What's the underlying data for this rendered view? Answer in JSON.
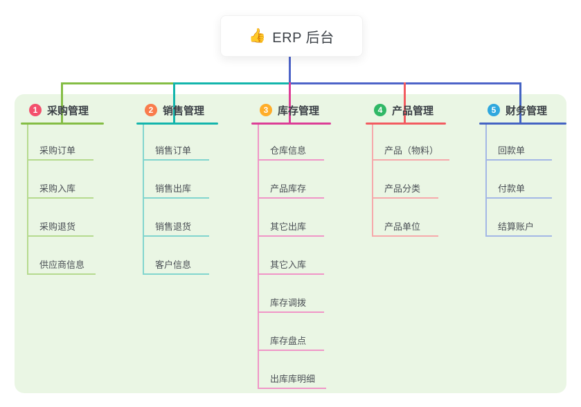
{
  "root": {
    "icon": "👍",
    "title": "ERP 后台"
  },
  "colors": {
    "page_bg": "#ffffff",
    "panel_bg": "#EAF6E4",
    "root_connector": "#4D63C8",
    "root_text": "#3B4046",
    "child_text": "#4A4F55"
  },
  "branches": [
    {
      "badge": "1",
      "label": "采购管理",
      "badge_color": "#F3506C",
      "accent_color": "#84BD44",
      "child_line_color": "#B5DA8E",
      "children": [
        "采购订单",
        "采购入库",
        "采购退货",
        "供应商信息"
      ]
    },
    {
      "badge": "2",
      "label": "销售管理",
      "badge_color": "#F97C4C",
      "accent_color": "#13B5AC",
      "child_line_color": "#81D5CE",
      "children": [
        "销售订单",
        "销售出库",
        "销售退货",
        "客户信息"
      ]
    },
    {
      "badge": "3",
      "label": "库存管理",
      "badge_color": "#FFAD29",
      "accent_color": "#DC3D96",
      "child_line_color": "#F095C7",
      "children": [
        "仓库信息",
        "产品库存",
        "其它出库",
        "其它入库",
        "库存调拨",
        "库存盘点",
        "出库库明细"
      ]
    },
    {
      "badge": "4",
      "label": "产品管理",
      "badge_color": "#30B866",
      "accent_color": "#F25B60",
      "child_line_color": "#F6A9AB",
      "children": [
        "产品（物料）",
        "产品分类",
        "产品单位"
      ]
    },
    {
      "badge": "5",
      "label": "财务管理",
      "badge_color": "#2FA7DE",
      "accent_color": "#4463C3",
      "child_line_color": "#A3B7E5",
      "children": [
        "回款单",
        "付款单",
        "结算账户"
      ]
    }
  ]
}
